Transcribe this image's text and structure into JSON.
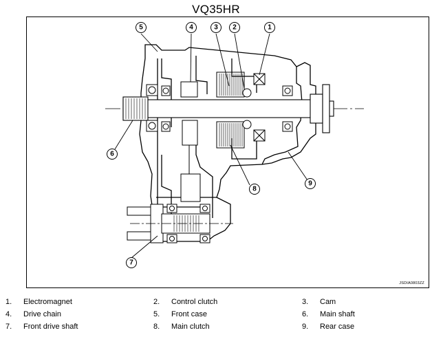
{
  "title": "VQ35HR",
  "figure_code": "JSDIA0803ZZ",
  "callouts": [
    "1",
    "2",
    "3",
    "4",
    "5",
    "6",
    "7",
    "8",
    "9"
  ],
  "legend": [
    {
      "num": "1.",
      "label": "Electromagnet"
    },
    {
      "num": "2.",
      "label": "Control clutch"
    },
    {
      "num": "3.",
      "label": "Cam"
    },
    {
      "num": "4.",
      "label": "Drive chain"
    },
    {
      "num": "5.",
      "label": "Front case"
    },
    {
      "num": "6.",
      "label": "Main shaft"
    },
    {
      "num": "7.",
      "label": "Front drive shaft"
    },
    {
      "num": "8.",
      "label": "Main clutch"
    },
    {
      "num": "9.",
      "label": "Rear case"
    }
  ]
}
